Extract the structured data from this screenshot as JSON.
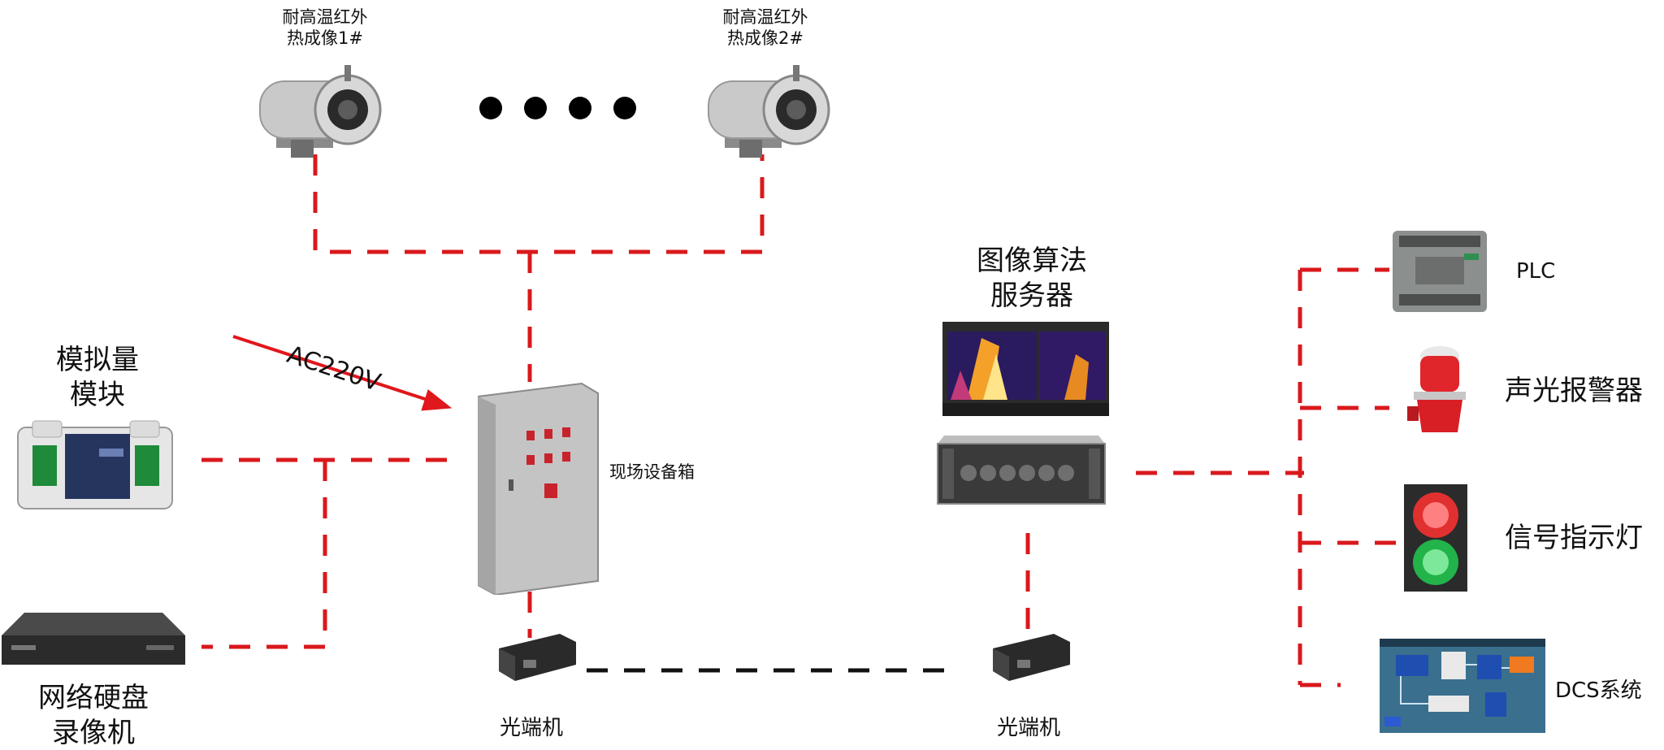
{
  "cameras": [
    {
      "label_line1": "耐高温红外",
      "label_line2": "热成像1#"
    },
    {
      "label_line1": "耐高温红外",
      "label_line2": "热成像2#"
    }
  ],
  "analog_module": {
    "line1": "模拟量",
    "line2": "模块"
  },
  "nvr": {
    "line1": "网络硬盘",
    "line2": "录像机"
  },
  "power_label": "AC220V",
  "field_box": "现场设备箱",
  "fiber_left": "光端机",
  "fiber_right": "光端机",
  "server": {
    "line1": "图像算法",
    "line2": "服务器"
  },
  "outputs": {
    "plc": "PLC",
    "alarm": "声光报警器",
    "signal_light": "信号指示灯",
    "dcs": "DCS系统"
  },
  "colors": {
    "link": "#d9191c",
    "fiber": "#111111",
    "arrow": "#e0171c"
  }
}
